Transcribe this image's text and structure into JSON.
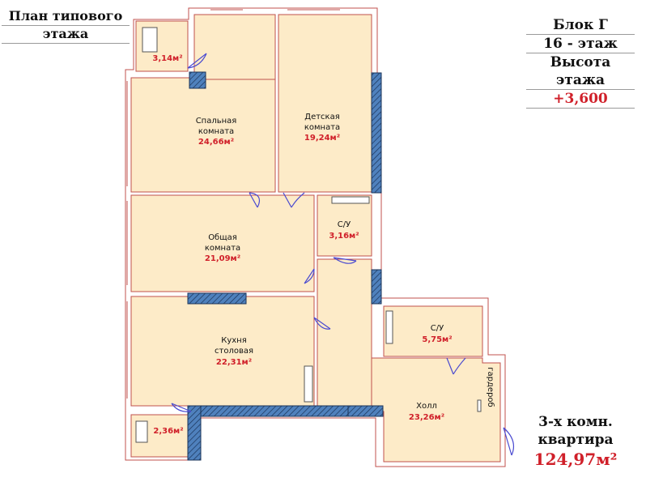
{
  "header": {
    "plan_line1": "План типового",
    "plan_line2": "этажа"
  },
  "info": {
    "block": "Блок Г",
    "floor": "16 - этаж",
    "height_label": "Высота этажа",
    "height_value": "+3,600"
  },
  "apartment": {
    "type_line1": "3-х комн.",
    "type_line2": "квартира",
    "total_area": "124,97м²"
  },
  "rooms": {
    "balcony_top": {
      "area": "3,14м²"
    },
    "bedroom": {
      "line1": "Спальная",
      "line2": "комната",
      "area": "24,66м²"
    },
    "kids": {
      "line1": "Детская",
      "line2": "комната",
      "area": "19,24м²"
    },
    "wc1": {
      "line1": "С/У",
      "area": "3,16м²"
    },
    "living": {
      "line1": "Общая",
      "line2": "комната",
      "area": "21,09м²"
    },
    "kitchen": {
      "line1": "Кухня",
      "line2": "столовая",
      "area": "22,31м²"
    },
    "wc2": {
      "line1": "С/У",
      "area": "5,75м²"
    },
    "hall": {
      "line1": "Холл",
      "area": "23,26м²"
    },
    "wardrobe": {
      "line1": "гардероб"
    },
    "balcony_bottom": {
      "area": "2,36м²"
    }
  },
  "colors": {
    "floor": "#fdebc8",
    "wall": "#c0504d",
    "column": "#4f81bd",
    "door": "#4a4ad0",
    "accent_red": "#d0202a"
  }
}
